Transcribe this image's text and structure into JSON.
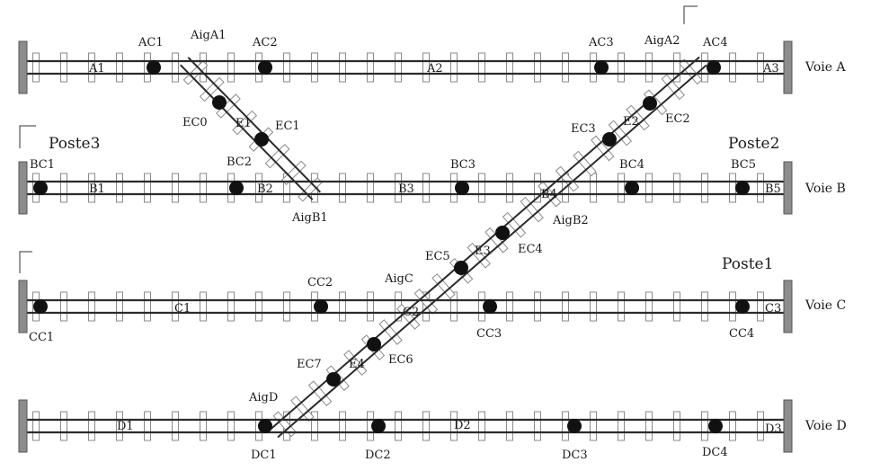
{
  "tracks": [
    {
      "id": "A",
      "label": "Voie A",
      "blocks": [
        "A1",
        "A2",
        "A3"
      ]
    },
    {
      "id": "B",
      "label": "Voie B",
      "blocks": [
        "B1",
        "B2",
        "B3",
        "B4",
        "B5"
      ]
    },
    {
      "id": "C",
      "label": "Voie C",
      "blocks": [
        "C1",
        "C2",
        "C3"
      ]
    },
    {
      "id": "D",
      "label": "Voie D",
      "blocks": [
        "D1",
        "D2",
        "D3"
      ]
    }
  ],
  "sensors": {
    "A": [
      "AC1",
      "AC2",
      "AC3",
      "AC4"
    ],
    "B": [
      "BC1",
      "BC2",
      "BC3",
      "BC4",
      "BC5"
    ],
    "C": [
      "CC1",
      "CC2",
      "CC3",
      "CC4"
    ],
    "D": [
      "DC1",
      "DC2",
      "DC3",
      "DC4"
    ]
  },
  "crossover_sensors": [
    "EC0",
    "EC1",
    "EC2",
    "EC3",
    "EC4",
    "EC5",
    "EC6",
    "EC7"
  ],
  "crossover_blocks": [
    "E1",
    "E2",
    "E3",
    "E4"
  ],
  "switches": [
    "AigA1",
    "AigA2",
    "AigB1",
    "AigB2",
    "AigC",
    "AigD"
  ],
  "posts": [
    "Poste1",
    "Poste2",
    "Poste3"
  ],
  "colors": {
    "rail": "#2b2b2b",
    "sleeper": "#8a8a8a",
    "buffer": "#8c8c8c",
    "sensor": "#111111",
    "text": "#1a1a1a"
  }
}
